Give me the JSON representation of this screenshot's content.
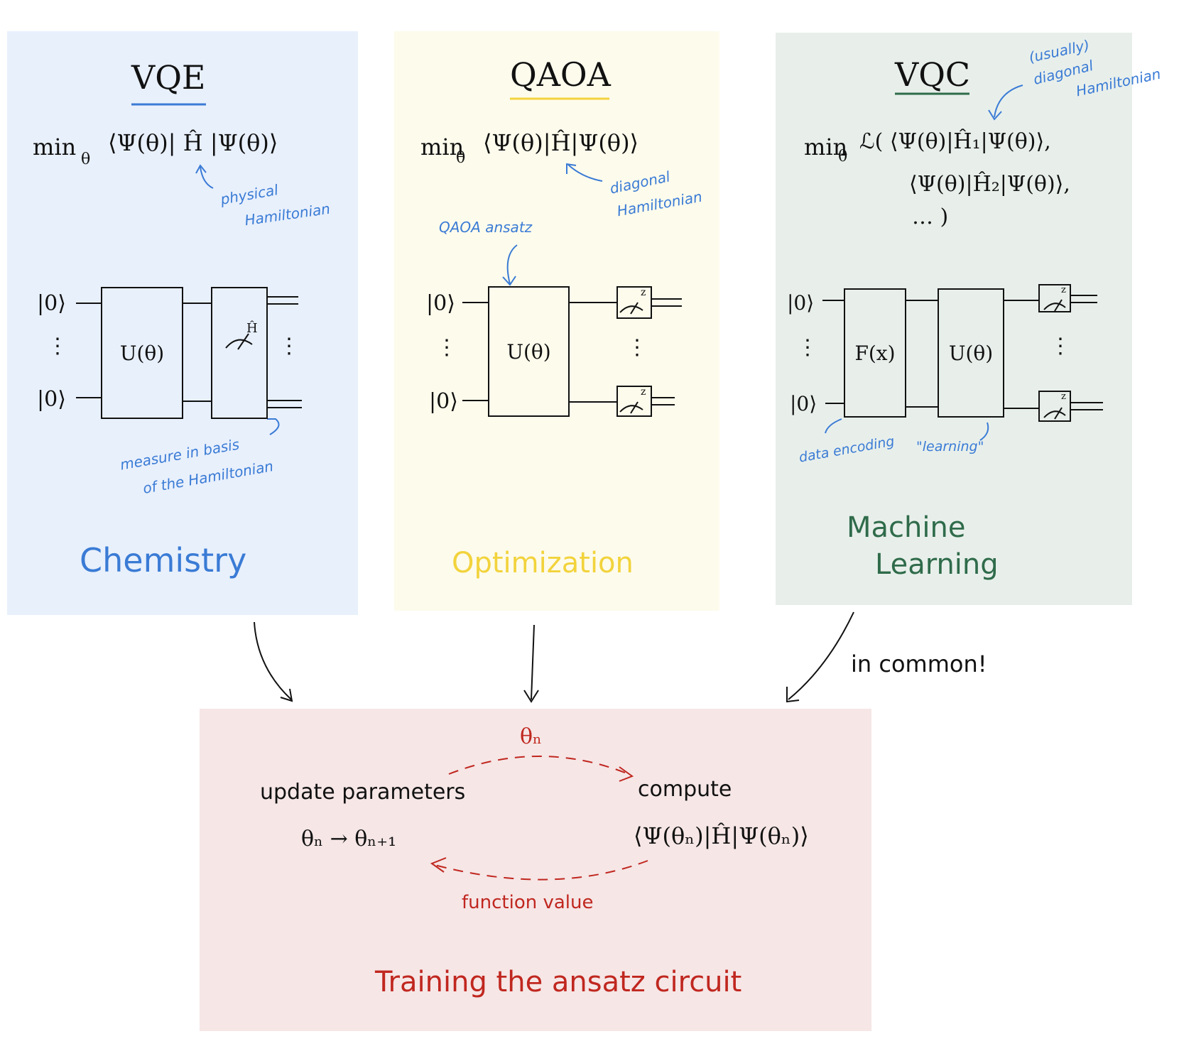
{
  "colors": {
    "vqe_bg": "#e8f0fc",
    "qaoa_bg": "#fdfbec",
    "vqc_bg": "#e8efeb",
    "training_bg": "#f6e6e6",
    "blue": "#3a7bd5",
    "yellow": "#f2d33c",
    "green": "#2f6b4a",
    "red": "#c0271f",
    "ink": "#111111"
  },
  "vqe": {
    "title": "VQE",
    "formula_min": "min",
    "formula_sub": "θ",
    "formula": "⟨Ψ(θ)| Ĥ |Ψ(θ)⟩",
    "note_hamiltonian_1": "physical",
    "note_hamiltonian_2": "Hamiltonian",
    "ket_top": "|0⟩",
    "ket_bottom": "|0⟩",
    "dots": "⋮",
    "gate": "U(θ)",
    "measure_label": "Ĥ",
    "note_measure_1": "measure in basis",
    "note_measure_2": "of the Hamiltonian",
    "field": "Chemistry"
  },
  "qaoa": {
    "title": "QAOA",
    "formula_min": "min",
    "formula_sub": "θ",
    "formula": "⟨Ψ(θ)|Ĥ|Ψ(θ)⟩",
    "note_hamiltonian_1": "diagonal",
    "note_hamiltonian_2": "Hamiltonian",
    "note_ansatz": "QAOA ansatz",
    "ket_top": "|0⟩",
    "ket_bottom": "|0⟩",
    "dots": "⋮",
    "gate": "U(θ)",
    "measure_label": "z",
    "field": "Optimization"
  },
  "vqc": {
    "title": "VQC",
    "note_usually_1": "(usually)",
    "note_usually_2": "diagonal",
    "note_usually_3": "Hamiltonian",
    "formula_min": "min",
    "formula_sub": "θ",
    "formula_line1": "ℒ( ⟨Ψ(θ)|Ĥ₁|Ψ(θ)⟩,",
    "formula_line2": "⟨Ψ(θ)|Ĥ₂|Ψ(θ)⟩,",
    "formula_line3": "… )",
    "ket_top": "|0⟩",
    "ket_bottom": "|0⟩",
    "dots": "⋮",
    "gate_encoding": "F(x)",
    "gate_ansatz": "U(θ)",
    "measure_label": "z",
    "note_encoding": "data encoding",
    "note_learning": "\"learning\"",
    "field_1": "Machine",
    "field_2": "Learning"
  },
  "common": {
    "label": "in common!"
  },
  "training": {
    "top_label": "θₙ",
    "update_1": "update parameters",
    "update_2": "θₙ → θₙ₊₁",
    "compute_1": "compute",
    "compute_2": "⟨Ψ(θₙ)|Ĥ|Ψ(θₙ)⟩",
    "bottom_label": "function value",
    "title": "Training the ansatz circuit"
  }
}
